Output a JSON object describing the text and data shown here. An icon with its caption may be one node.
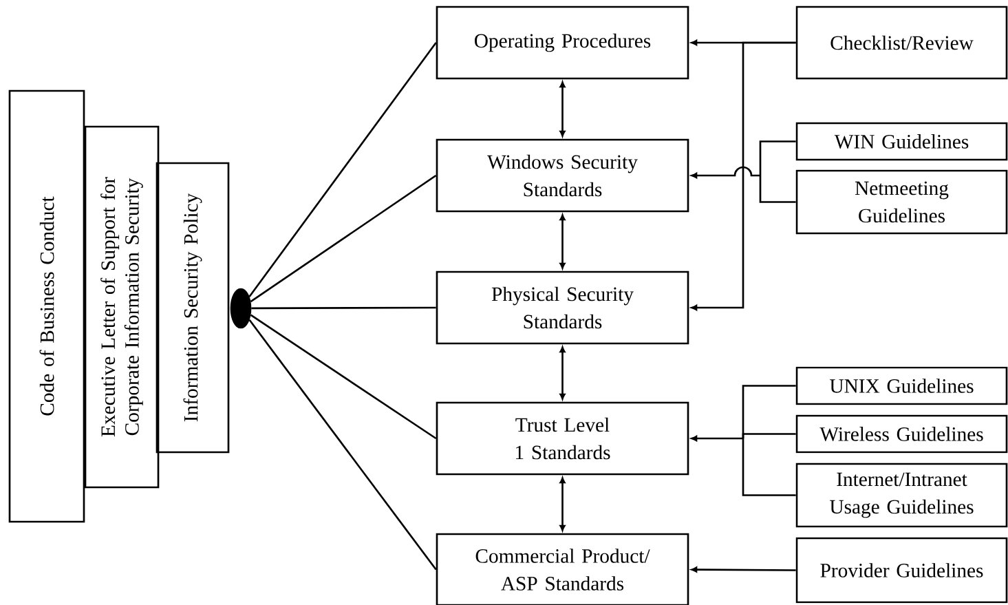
{
  "diagram": {
    "nodes": [
      {
        "text": [
          "Code of Business Conduct"
        ]
      },
      {
        "text": [
          "Executive Letter of Support for Corporate Information Security"
        ]
      },
      {
        "text": [
          "Information Security Policy"
        ]
      },
      {
        "text": [],
        "shape": "circle"
      },
      {
        "text": [
          "Operating Procedures"
        ]
      },
      {
        "text": [
          "Windows Security Standards"
        ]
      },
      {
        "text": [
          "Physical Security Standards"
        ]
      },
      {
        "text": [
          "Trust Level 1 Standards"
        ]
      },
      {
        "text": [
          "Commercial Product/ ASP Standards"
        ]
      },
      {
        "text": [
          "Checklist/Review"
        ]
      },
      {
        "text": [
          "WIN Guidelines"
        ]
      },
      {
        "text": [
          "Netmeeting Guidelines"
        ]
      },
      {
        "text": [
          "UNIX Guidelines"
        ]
      },
      {
        "text": [
          "Wireless Guidelines"
        ]
      },
      {
        "text": [
          "Internet/Intranet Usage Guidelines"
        ]
      },
      {
        "text": [
          "Provider Guidelines"
        ]
      }
    ],
    "edges": [
      {
        "from": 3,
        "to": 4,
        "arrow": "none"
      },
      {
        "from": 3,
        "to": 5,
        "arrow": "none"
      },
      {
        "from": 3,
        "to": 6,
        "arrow": "none"
      },
      {
        "from": 3,
        "to": 7,
        "arrow": "none"
      },
      {
        "from": 3,
        "to": 8,
        "arrow": "none"
      },
      {
        "from": 4,
        "to": 5,
        "arrow": "both"
      },
      {
        "from": 5,
        "to": 6,
        "arrow": "both"
      },
      {
        "from": 6,
        "to": 7,
        "arrow": "both"
      },
      {
        "from": 7,
        "to": 8,
        "arrow": "both"
      },
      {
        "from": 9,
        "to": 4,
        "arrow": "to"
      },
      {
        "from": 9,
        "to": 6,
        "arrow": "to"
      },
      {
        "from": 10,
        "to": 5,
        "arrow": "to"
      },
      {
        "from": 11,
        "to": 5,
        "arrow": "to"
      },
      {
        "from": 12,
        "to": 7,
        "arrow": "to"
      },
      {
        "from": 13,
        "to": 7,
        "arrow": "to"
      },
      {
        "from": 14,
        "to": 7,
        "arrow": "to"
      },
      {
        "from": 15,
        "to": 8,
        "arrow": "to"
      }
    ]
  }
}
